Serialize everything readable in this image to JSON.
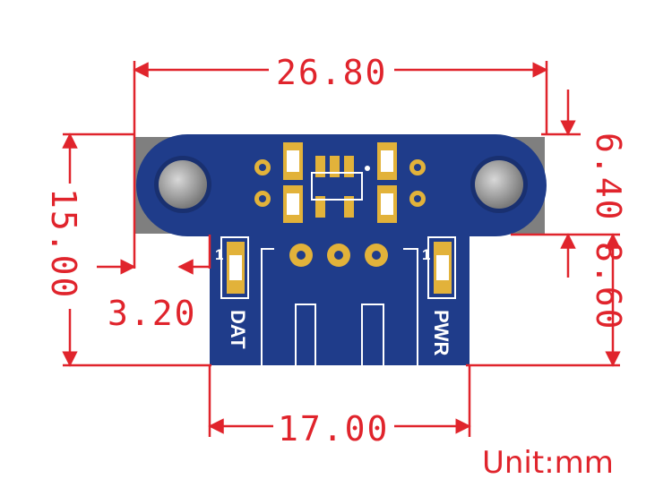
{
  "dimensions": {
    "top_width": "26.80",
    "left_height": "15.00",
    "right_upper": "6.40",
    "right_lower": "8.60",
    "mount_offset": "3.20",
    "bottom_width": "17.00"
  },
  "silkscreen": {
    "dat_label": "DAT",
    "pwr_label": "PWR",
    "led_left_mark": "1",
    "led_right_mark": "1"
  },
  "unit_label": "Unit:mm",
  "colors": {
    "pcb_blue": "#1f3c8a",
    "dimension_red": "#e0242c",
    "grey_body": "#808080",
    "gold_pad": "#e2b23a"
  }
}
